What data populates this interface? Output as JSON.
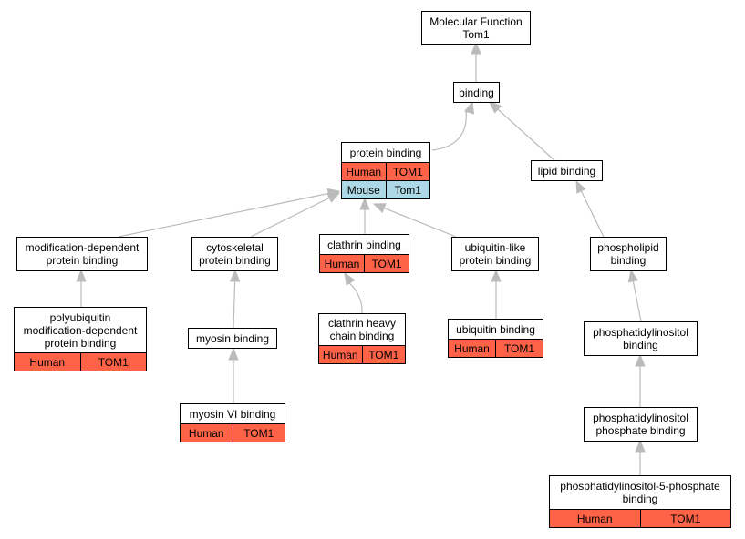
{
  "colors": {
    "human": "#FF6347",
    "mouse": "#ADD8E6",
    "edge": "#BBBBBB"
  },
  "nodes": [
    {
      "id": "mf",
      "label": "Molecular Function\nTom1"
    },
    {
      "id": "binding",
      "label": "binding"
    },
    {
      "id": "protein_binding",
      "label": "protein binding",
      "rows": [
        {
          "species": "Human",
          "gene": "TOM1"
        },
        {
          "species": "Mouse",
          "gene": "Tom1"
        }
      ]
    },
    {
      "id": "lipid_binding",
      "label": "lipid binding"
    },
    {
      "id": "mod_dep",
      "label": "modification-dependent\nprotein binding"
    },
    {
      "id": "cytoskeletal",
      "label": "cytoskeletal\nprotein binding"
    },
    {
      "id": "clathrin",
      "label": "clathrin binding",
      "rows": [
        {
          "species": "Human",
          "gene": "TOM1"
        }
      ]
    },
    {
      "id": "ubiq_like",
      "label": "ubiquitin-like\nprotein binding"
    },
    {
      "id": "phospholipid",
      "label": "phospholipid\nbinding"
    },
    {
      "id": "polyubiq",
      "label": "polyubiquitin\nmodification-dependent\nprotein binding",
      "rows": [
        {
          "species": "Human",
          "gene": "TOM1"
        }
      ]
    },
    {
      "id": "myosin",
      "label": "myosin binding"
    },
    {
      "id": "clathrin_heavy",
      "label": "clathrin heavy\nchain binding",
      "rows": [
        {
          "species": "Human",
          "gene": "TOM1"
        }
      ]
    },
    {
      "id": "ubiquitin",
      "label": "ubiquitin binding",
      "rows": [
        {
          "species": "Human",
          "gene": "TOM1"
        }
      ]
    },
    {
      "id": "ptdins",
      "label": "phosphatidylinositol\nbinding"
    },
    {
      "id": "myosin_vi",
      "label": "myosin VI binding",
      "rows": [
        {
          "species": "Human",
          "gene": "TOM1"
        }
      ]
    },
    {
      "id": "ptdins_p",
      "label": "phosphatidylinositol\nphosphate binding"
    },
    {
      "id": "ptdins_5p",
      "label": "phosphatidylinositol-5-phosphate\nbinding",
      "rows": [
        {
          "species": "Human",
          "gene": "TOM1"
        }
      ]
    }
  ],
  "edges": [
    {
      "from": "binding",
      "to": "mf"
    },
    {
      "from": "protein_binding",
      "to": "binding"
    },
    {
      "from": "lipid_binding",
      "to": "binding"
    },
    {
      "from": "mod_dep",
      "to": "protein_binding"
    },
    {
      "from": "cytoskeletal",
      "to": "protein_binding"
    },
    {
      "from": "clathrin",
      "to": "protein_binding"
    },
    {
      "from": "ubiq_like",
      "to": "protein_binding"
    },
    {
      "from": "phospholipid",
      "to": "lipid_binding"
    },
    {
      "from": "polyubiq",
      "to": "mod_dep"
    },
    {
      "from": "myosin",
      "to": "cytoskeletal"
    },
    {
      "from": "clathrin_heavy",
      "to": "clathrin"
    },
    {
      "from": "ubiquitin",
      "to": "ubiq_like"
    },
    {
      "from": "ptdins",
      "to": "phospholipid"
    },
    {
      "from": "myosin_vi",
      "to": "myosin"
    },
    {
      "from": "ptdins_p",
      "to": "ptdins"
    },
    {
      "from": "ptdins_5p",
      "to": "ptdins_p"
    }
  ]
}
